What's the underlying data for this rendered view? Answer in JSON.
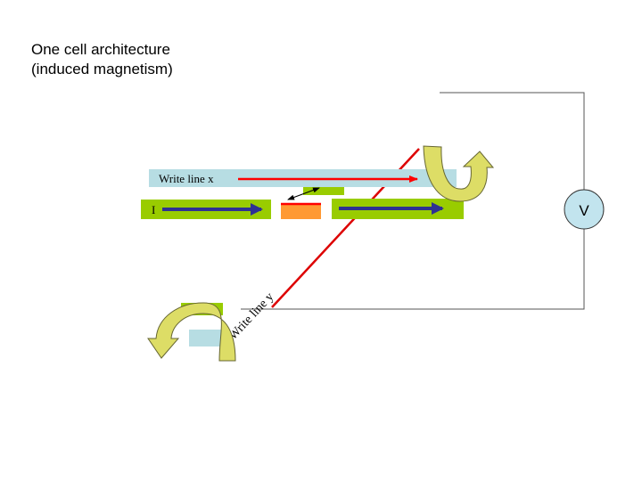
{
  "title": {
    "line1": "One cell architecture",
    "line2": "(induced magnetism)"
  },
  "labels": {
    "write_line_x": "Write line x",
    "write_line_y": "Write line y",
    "current": "I",
    "voltmeter": "V"
  },
  "colors": {
    "write_line_bar": "#b7dde3",
    "layer_green": "#99cc00",
    "free_layer": "#ff9933",
    "current_arrow": "#2e3192",
    "field_line": "#ff0000",
    "curl_arrow": "#dddd66",
    "voltmeter_fill": "#c2e4ee"
  },
  "icons": [
    "curved-arrow-up-icon",
    "curved-arrow-down-icon",
    "voltmeter-icon"
  ]
}
